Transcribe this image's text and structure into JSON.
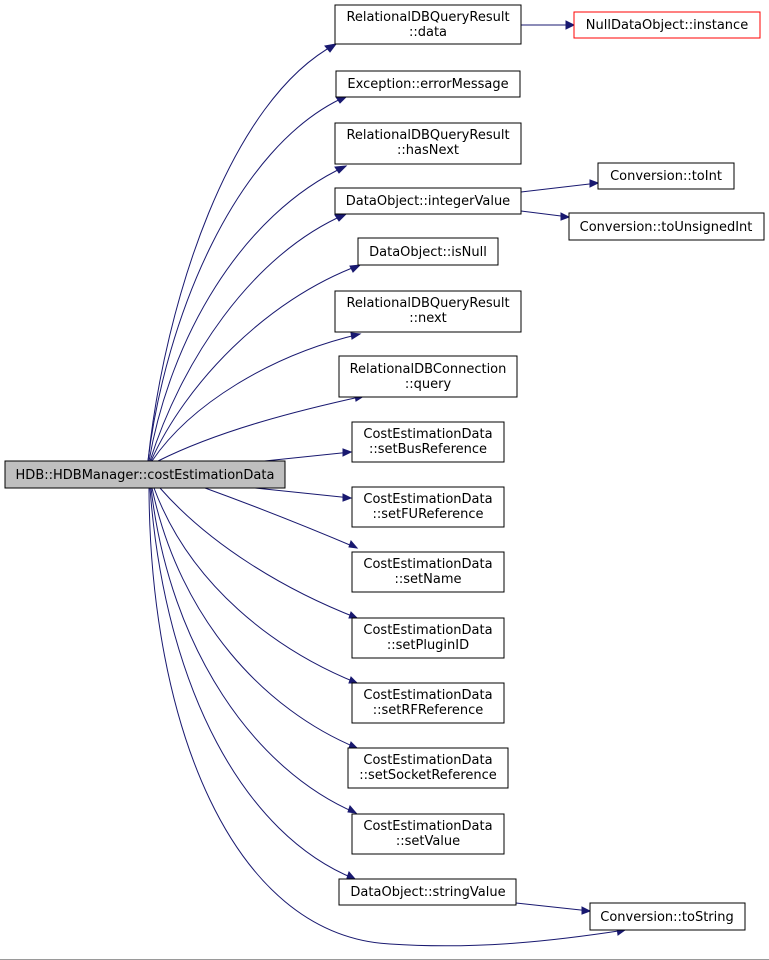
{
  "colors": {
    "edge": "#191970",
    "root_fill": "#bfbfbf",
    "highlight_border": "#ff0000"
  },
  "root": {
    "label": "HDB::HDBManager::costEstimationData"
  },
  "nodes": {
    "rdbqr_data": {
      "line1": "RelationalDBQueryResult",
      "line2": "::data"
    },
    "null_instance": {
      "label": "NullDataObject::instance"
    },
    "exc_error": {
      "label": "Exception::errorMessage"
    },
    "rdbqr_hasnext": {
      "line1": "RelationalDBQueryResult",
      "line2": "::hasNext"
    },
    "do_integer": {
      "label": "DataObject::integerValue"
    },
    "conv_toint": {
      "label": "Conversion::toInt"
    },
    "conv_touint": {
      "label": "Conversion::toUnsignedInt"
    },
    "do_isnull": {
      "label": "DataObject::isNull"
    },
    "rdbqr_next": {
      "line1": "RelationalDBQueryResult",
      "line2": "::next"
    },
    "rdbc_query": {
      "line1": "RelationalDBConnection",
      "line2": "::query"
    },
    "ced_bus": {
      "line1": "CostEstimationData",
      "line2": "::setBusReference"
    },
    "ced_fu": {
      "line1": "CostEstimationData",
      "line2": "::setFUReference"
    },
    "ced_name": {
      "line1": "CostEstimationData",
      "line2": "::setName"
    },
    "ced_plugin": {
      "line1": "CostEstimationData",
      "line2": "::setPluginID"
    },
    "ced_rf": {
      "line1": "CostEstimationData",
      "line2": "::setRFReference"
    },
    "ced_socket": {
      "line1": "CostEstimationData",
      "line2": "::setSocketReference"
    },
    "ced_value": {
      "line1": "CostEstimationData",
      "line2": "::setValue"
    },
    "do_string": {
      "label": "DataObject::stringValue"
    },
    "conv_tostring": {
      "label": "Conversion::toString"
    }
  }
}
